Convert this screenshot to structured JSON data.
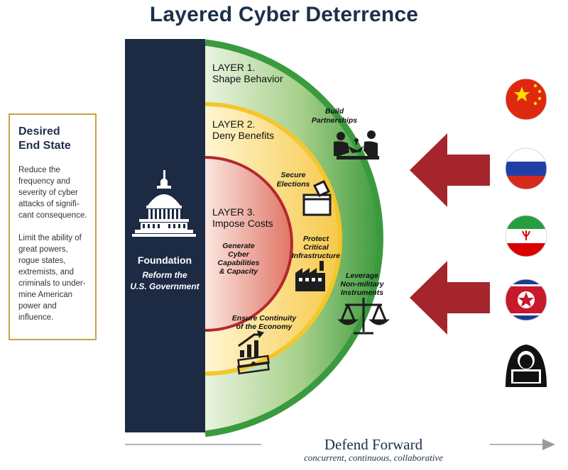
{
  "title": "Layered Cyber Deterrence",
  "desired_end_state": {
    "heading_line1": "Desired",
    "heading_line2": "End State",
    "para1": "Reduce the frequency and severity of cyber attacks of signifi-cant consequence.",
    "para2": "Limit the ability of great powers, rogue states, extremists, and criminals to under-mine American power and influence."
  },
  "foundation": {
    "label": "Foundation",
    "sub_line1": "Reform the",
    "sub_line2": "U.S. Government"
  },
  "layers": [
    {
      "line1": "LAYER 1.",
      "line2": "Shape Behavior",
      "color": "#3a9a3e"
    },
    {
      "line1": "LAYER 2.",
      "line2": "Deny Benefits",
      "color": "#f5c62c"
    },
    {
      "line1": "LAYER 3.",
      "line2": "Impose Costs",
      "color": "#b3282e"
    }
  ],
  "labels": {
    "build_partnerships": [
      "Build",
      "Partnerships"
    ],
    "secure_elections": [
      "Secure",
      "Elections"
    ],
    "generate_cyber": [
      "Generate",
      "Cyber",
      "Capabilities",
      "& Capacity"
    ],
    "protect_infra": [
      "Protect",
      "Critical",
      "Infrastructure"
    ],
    "leverage": [
      "Leverage",
      "Non-military",
      "Instruments"
    ],
    "ensure_continuity": [
      "Ensure Continuity",
      "of the Economy"
    ]
  },
  "adversaries": [
    {
      "name": "china",
      "color": "#de2910"
    },
    {
      "name": "russia",
      "color": "#d52b1e"
    },
    {
      "name": "iran",
      "color": "#239f40"
    },
    {
      "name": "north-korea",
      "color": "#c7182c"
    },
    {
      "name": "hacker",
      "color": "#111111"
    }
  ],
  "arrow_color": "#a4252b",
  "navy": "#1c2a44",
  "defend_forward": {
    "main": "Defend Forward",
    "sub": "concurrent, continuous, collaborative"
  }
}
